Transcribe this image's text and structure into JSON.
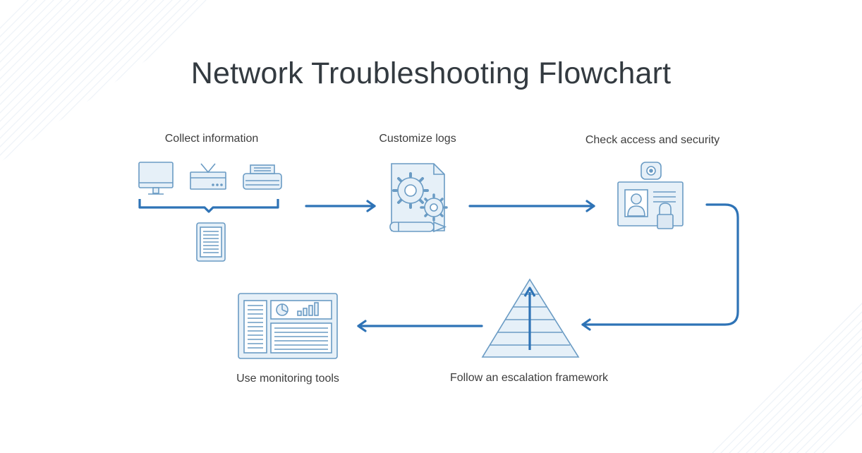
{
  "title": "Network Troubleshooting Flowchart",
  "steps": [
    {
      "label": "Collect information",
      "icon": "collect-information-icon"
    },
    {
      "label": "Customize logs",
      "icon": "customize-logs-icon"
    },
    {
      "label": "Check access and security",
      "icon": "access-security-icon"
    },
    {
      "label": "Follow an escalation framework",
      "icon": "escalation-pyramid-icon"
    },
    {
      "label": "Use monitoring tools",
      "icon": "monitoring-dashboard-icon"
    }
  ],
  "colors": {
    "arrow": "#2e73b6",
    "icon_stroke": "#6a9bc4",
    "icon_fill": "#e6f0f8",
    "title": "#333a40",
    "label": "#3d3d3d",
    "hatch": "#eef3f8"
  }
}
